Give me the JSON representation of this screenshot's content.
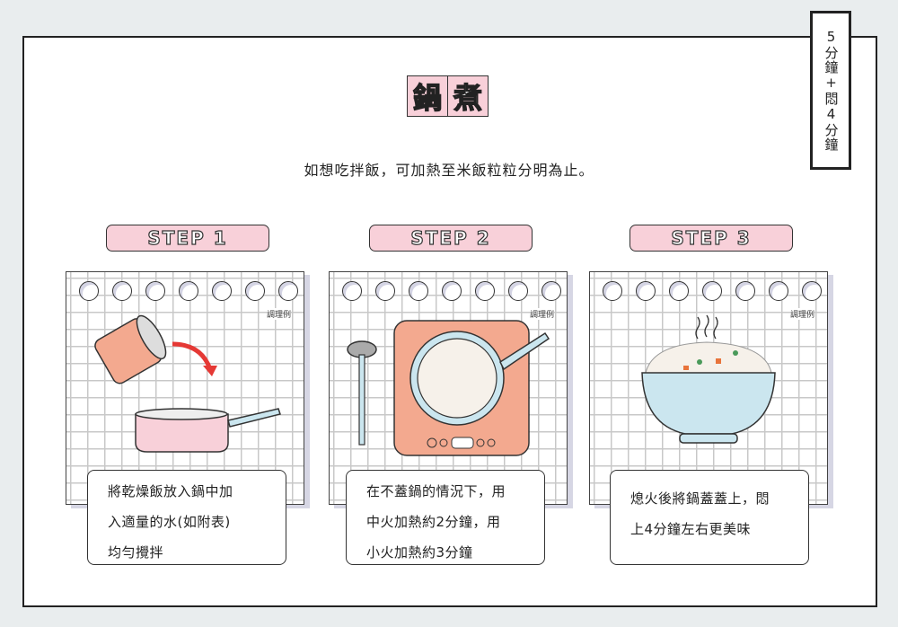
{
  "side_label": "5分鐘+悶4分鐘",
  "title": [
    "鍋",
    "煮"
  ],
  "subtitle": "如想吃拌飯，可加熱至米飯粒粒分明為止。",
  "steps": [
    {
      "label": "STEP 1",
      "example": "調理例",
      "lines": [
        "將乾燥飯放入鍋中加",
        "入適量的水(如附表)",
        "均勻攪拌"
      ]
    },
    {
      "label": "STEP 2",
      "example": "調理例",
      "lines": [
        "在不蓋鍋的情況下，用",
        "中火加熱約2分鐘，用",
        "小火加熱約3分鐘"
      ]
    },
    {
      "label": "STEP 3",
      "example": "調理例",
      "lines": [
        "熄火後將鍋蓋蓋上，悶",
        "上4分鐘左右更美味"
      ]
    }
  ],
  "colors": {
    "pink": "#f8d0d9",
    "salmon": "#f3a98f",
    "blue": "#cbe6ef"
  }
}
